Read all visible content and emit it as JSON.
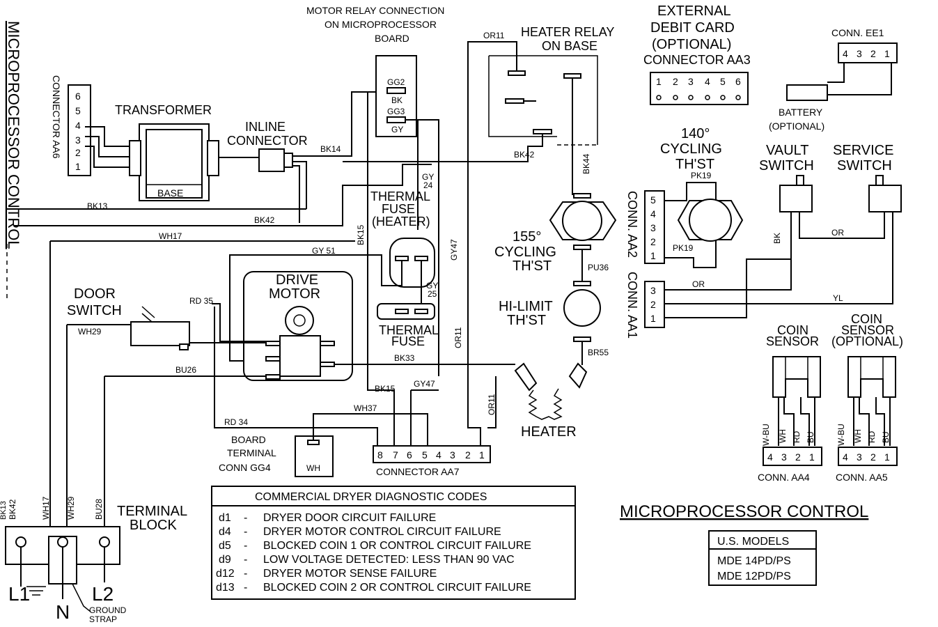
{
  "labels": {
    "microprocessor_control_vertical": "MICROPROCESSOR CONTROL",
    "connector_aa6": "CONNECTOR AA6",
    "transformer": "TRANSFORMER",
    "base": "BASE",
    "inline_connector_1": "INLINE",
    "inline_connector_2": "CONNECTOR",
    "motor_relay_1": "MOTOR RELAY CONNECTION",
    "motor_relay_2": "ON MICROPROCESSOR",
    "motor_relay_3": "BOARD",
    "heater_relay_1": "HEATER RELAY",
    "heater_relay_2": "ON BASE",
    "external_debit_1": "EXTERNAL",
    "external_debit_2": "DEBIT CARD",
    "external_debit_3": "(OPTIONAL)",
    "connector_aa3": "CONNECTOR AA3",
    "conn_ee1": "CONN. EE1",
    "battery_1": "BATTERY",
    "battery_2": "(OPTIONAL)",
    "cycling_140_1": "140°",
    "cycling_140_2": "CYCLING",
    "cycling_140_3": "TH'ST",
    "vault_switch_1": "VAULT",
    "vault_switch_2": "SWITCH",
    "service_switch_1": "SERVICE",
    "service_switch_2": "SWITCH",
    "thermal_fuse_heater_1": "THERMAL",
    "thermal_fuse_heater_2": "FUSE",
    "thermal_fuse_heater_3": "(HEATER)",
    "cycling_155_1": "155°",
    "cycling_155_2": "CYCLING",
    "cycling_155_3": "TH'ST",
    "conn_aa2": "CONN. AA2",
    "conn_aa1": "CONN. AA1",
    "drive_motor_1": "DRIVE",
    "drive_motor_2": "MOTOR",
    "hi_limit_1": "HI-LIMIT",
    "hi_limit_2": "TH'ST",
    "thermal_fuse_1": "THERMAL",
    "thermal_fuse_2": "FUSE",
    "door_switch_1": "DOOR",
    "door_switch_2": "SWITCH",
    "coin_sensor_1": "COIN",
    "coin_sensor_2": "SENSOR",
    "coin_sensor_opt_1": "COIN",
    "coin_sensor_opt_2": "SENSOR",
    "coin_sensor_opt_3": "(OPTIONAL)",
    "heater": "HEATER",
    "board_terminal_1": "BOARD",
    "board_terminal_2": "TERMINAL",
    "board_terminal_3": "CONN GG4",
    "board_terminal_wh": "WH",
    "connector_aa7": "CONNECTOR AA7",
    "conn_aa4": "CONN. AA4",
    "conn_aa5": "CONN. AA5",
    "terminal_block_1": "TERMINAL",
    "terminal_block_2": "BLOCK",
    "l1": "L1",
    "l2": "L2",
    "n": "N",
    "ground_strap_1": "GROUND",
    "ground_strap_2": "STRAP",
    "microprocessor_control_title": "MICROPROCESSOR CONTROL",
    "gg2": "GG2",
    "gg2_bk": "BK",
    "gg3": "GG3",
    "gg3_gy": "GY"
  },
  "wires": {
    "bk14": "BK14",
    "bk13": "BK13",
    "bk42_a": "BK42",
    "bk42_b": "BK42",
    "wh17": "WH17",
    "or11_a": "OR11",
    "or11_b": "OR11",
    "or11_c": "OR11",
    "gy24_1": "GY",
    "gy24_2": "24",
    "bk15_a": "BK15",
    "bk15_b": "BK15",
    "gy47_a": "GY47",
    "gy47_b": "GY47",
    "gy51": "GY 51",
    "gy25_1": "GY",
    "gy25_2": "25",
    "bk44": "BK44",
    "pk19_a": "PK19",
    "pk19_b": "PK19",
    "pu36": "PU36",
    "br55": "BR55",
    "bk": "BK",
    "or_a": "OR",
    "or_b": "OR",
    "yl": "YL",
    "rd35": "RD 35",
    "wh29_a": "WH29",
    "bu26": "BU26",
    "bk33": "BK33",
    "wh37": "WH37",
    "rd34": "RD 34",
    "bk13_v": "BK13",
    "bk42_v": "BK42",
    "wh17_v": "WH17",
    "wh29_v": "WH29",
    "bu28_v": "BU28",
    "w_bu_a": "W-BU",
    "wh_a": "WH",
    "rd_a": "RD",
    "bu_a": "BU",
    "w_bu_b": "W-BU",
    "wh_b": "WH",
    "rd_b": "RD",
    "bu_b": "BU"
  },
  "connectors": {
    "aa6_pins": [
      "6",
      "5",
      "4",
      "3",
      "2",
      "1"
    ],
    "aa3_pins": [
      "1",
      "2",
      "3",
      "4",
      "5",
      "6"
    ],
    "ee1_pins": [
      "4",
      "3",
      "2",
      "1"
    ],
    "aa2_pins": [
      "5",
      "4",
      "3",
      "2",
      "1"
    ],
    "aa1_pins": [
      "3",
      "2",
      "1"
    ],
    "aa7_pins": [
      "8",
      "7",
      "6",
      "5",
      "4",
      "3",
      "2",
      "1"
    ],
    "aa4_pins": [
      "4",
      "3",
      "2",
      "1"
    ],
    "aa5_pins": [
      "4",
      "3",
      "2",
      "1"
    ]
  },
  "diagnostic_codes": {
    "title": "COMMERCIAL DRYER DIAGNOSTIC CODES",
    "rows": [
      {
        "code": "d1",
        "sep": "-",
        "desc": "DRYER DOOR CIRCUIT FAILURE"
      },
      {
        "code": "d4",
        "sep": "-",
        "desc": "DRYER MOTOR CONTROL CIRCUIT FAILURE"
      },
      {
        "code": "d5",
        "sep": "-",
        "desc": "BLOCKED COIN 1 OR CONTROL CIRCUIT FAILURE"
      },
      {
        "code": "d9",
        "sep": "-",
        "desc": "LOW VOLTAGE DETECTED: LESS THAN 90 VAC"
      },
      {
        "code": "d12",
        "sep": "-",
        "desc": "DRYER MOTOR SENSE FAILURE"
      },
      {
        "code": "d13",
        "sep": "-",
        "desc": "BLOCKED COIN 2 OR CONTROL CIRCUIT FAILURE"
      }
    ]
  },
  "models": {
    "title": "U.S. MODELS",
    "items": [
      "MDE 14PD/PS",
      "MDE 12PD/PS"
    ]
  }
}
